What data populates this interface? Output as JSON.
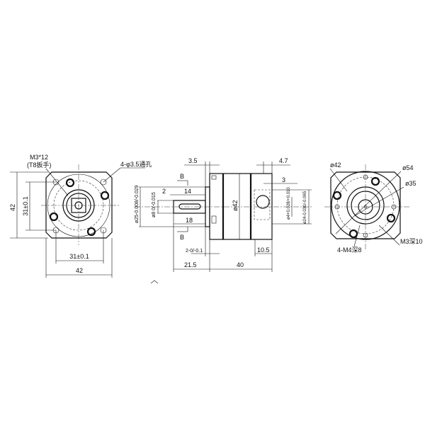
{
  "front_view": {
    "callout_screw": "M3*12",
    "callout_wrench": "(T8扳手)",
    "callout_holes": "4-φ3.5通孔",
    "dim_height": "42",
    "dim_hole_pitch_v": "31±0.1",
    "dim_hole_pitch_h": "31±0.1",
    "dim_width": "42"
  },
  "side_view": {
    "dim_3_5": "3.5",
    "dim_4_7": "4.7",
    "dim_3": "3",
    "section_mark_top": "B",
    "section_mark_bottom": "B",
    "dim_2": "2",
    "dim_14": "14",
    "dim_18": "18",
    "dim_pilot": "ø25-0.008/-0.029",
    "dim_shaft": "ø8 0/-0.015",
    "dim_body": "ø42",
    "dim_bore": "ø4+0.028/+0.010",
    "dim_bore_pilot": "ø24-0.030/-0.065",
    "dim_flange": "2-0/-0.1",
    "dim_10_5": "10.5",
    "dim_21_5": "21.5",
    "dim_40": "40"
  },
  "rear_view": {
    "dim_42": "ø42",
    "dim_54": "ø54",
    "dim_35": "ø35",
    "callout_tapped": "4-M4深8",
    "callout_screw": "M3深10"
  }
}
